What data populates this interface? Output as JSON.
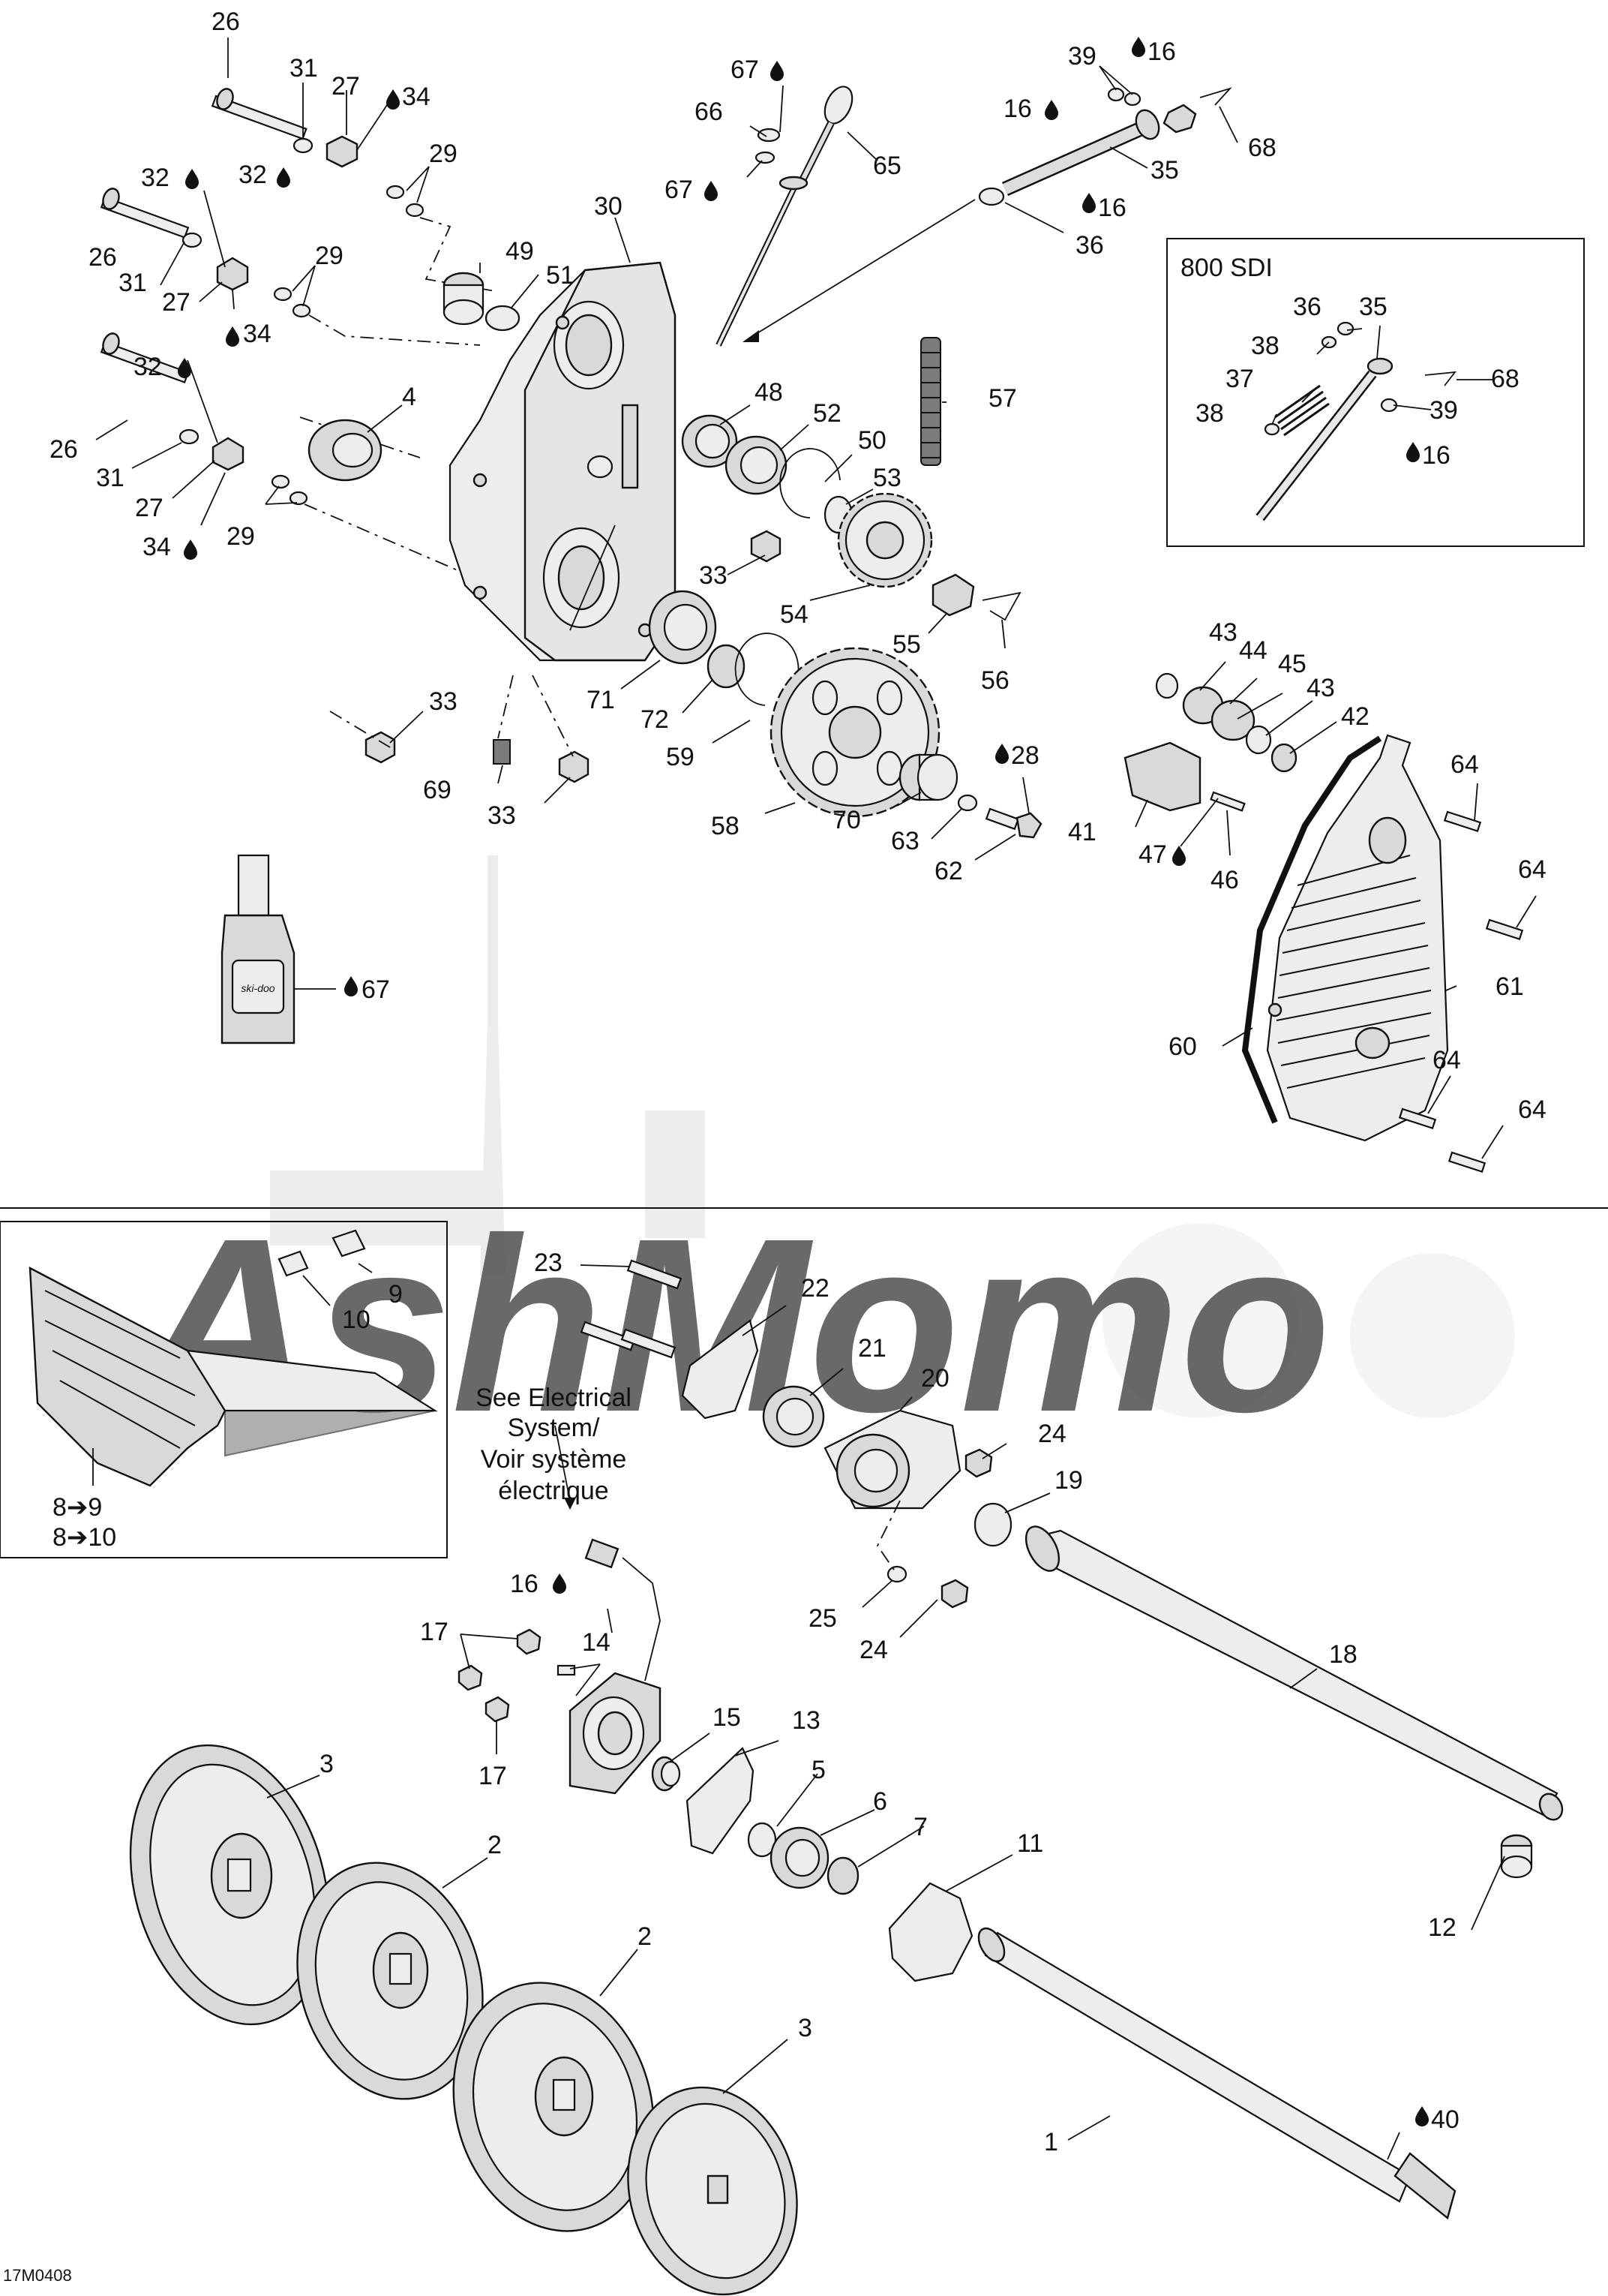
{
  "diagram_code": "17M0408",
  "inset_box_title": "800 SDI",
  "electrical_note": [
    "See Electrical",
    "System/",
    "Voir système",
    "électrique"
  ],
  "callouts": {
    "c26a": "26",
    "c31a": "31",
    "c27a": "27",
    "c34a": "34",
    "c32a": "32",
    "c32b": "32",
    "c29a": "29",
    "c26b": "26",
    "c31b": "31",
    "c27b": "27",
    "c34b": "34",
    "c29b": "29",
    "c32c": "32",
    "c26c": "26",
    "c31c": "31",
    "c27c": "27",
    "c34c": "34",
    "c29c": "29",
    "c4": "4",
    "c30": "30",
    "c49": "49",
    "c51": "51",
    "c67a": "67",
    "c66": "66",
    "c67b": "67",
    "c65": "65",
    "c39": "39",
    "c16a": "16",
    "c16b": "16",
    "c68": "68",
    "c35": "35",
    "c16c": "16",
    "c36": "36",
    "c48": "48",
    "c52": "52",
    "c50": "50",
    "c53": "53",
    "c57": "57",
    "c54": "54",
    "c55": "55",
    "c56": "56",
    "c33a": "33",
    "c71": "71",
    "c72": "72",
    "c59": "59",
    "c33b": "33",
    "c69": "69",
    "c33c": "33",
    "c58": "58",
    "c70": "70",
    "c63": "63",
    "c62": "62",
    "c28": "28",
    "c67c": "67",
    "i36": "36",
    "i35": "35",
    "i38a": "38",
    "i37": "37",
    "i68": "68",
    "i38b": "38",
    "i39": "39",
    "i16": "16",
    "c43a": "43",
    "c44": "44",
    "c45": "45",
    "c43b": "43",
    "c42": "42",
    "c41": "41",
    "c47": "47",
    "c46": "46",
    "c64a": "64",
    "c64b": "64",
    "c61": "61",
    "c60": "60",
    "c64c": "64",
    "c64d": "64",
    "c9": "9",
    "c10": "10",
    "c8a": "8➔9",
    "c8b": "8➔10",
    "c23": "23",
    "c22": "22",
    "c21": "21",
    "c20": "20",
    "c24a": "24",
    "c19": "19",
    "c25": "25",
    "c24b": "24",
    "c16d": "16",
    "c17a": "17",
    "c14": "14",
    "c17b": "17",
    "c15": "15",
    "c13": "13",
    "c18": "18",
    "c5": "5",
    "c6": "6",
    "c7": "7",
    "c11": "11",
    "c12": "12",
    "c3a": "3",
    "c2a": "2",
    "c2b": "2",
    "c3b": "3",
    "c1": "1",
    "c40": "40"
  }
}
